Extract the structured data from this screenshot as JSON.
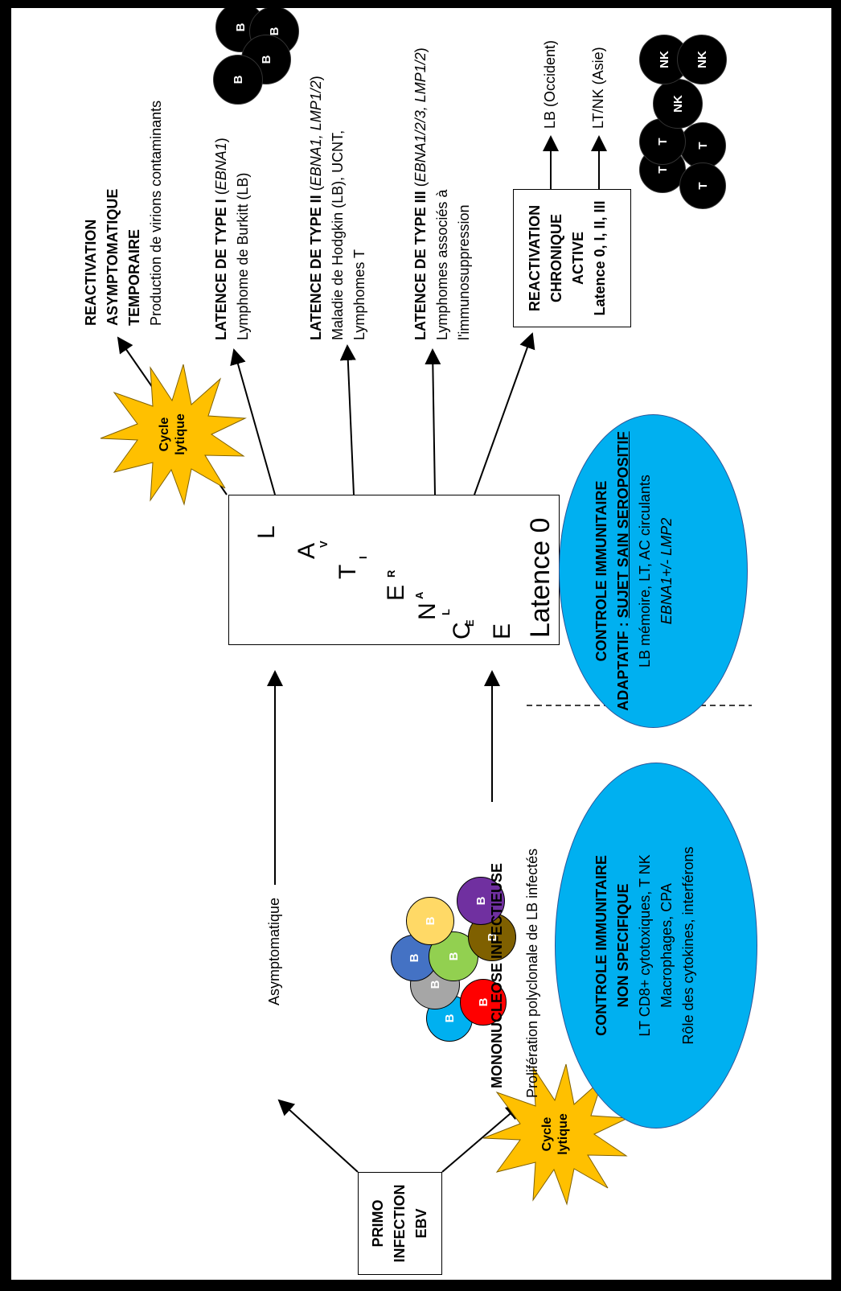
{
  "primo": {
    "line1": "PRIMO",
    "line2": "INFECTION",
    "line3": "EBV"
  },
  "asymptomatique": "Asymptomatique",
  "cycle_lytique": {
    "line1": "Cycle",
    "line2": "lytique"
  },
  "mononucleose": {
    "title": "MONONUCLEOSE INFECTIEUSE",
    "subtitle": "Prolifération polyclonale de LB infectés",
    "cell_label": "B"
  },
  "controle_non_specifique": {
    "title1": "CONTROLE IMMUNITAIRE",
    "title2": "NON SPECIFIQUE",
    "line1": "LT CD8+ cytotoxiques, T NK",
    "line2": "Macrophages, CPA",
    "line3": "Rôle des cytokines, interférons"
  },
  "controle_adaptatif": {
    "title1": "CONTROLE IMMUNITAIRE",
    "title2a": "ADAPTATIF : ",
    "title2b": "SUJET SAIN SEROPOSITIF",
    "line1": "LB mémoire, LT, AC circulants",
    "line2": "EBNA1+/- LMP2"
  },
  "latence": {
    "big_letters": [
      "L",
      "A",
      "T",
      "E",
      "N",
      "C",
      "E"
    ],
    "small_letters": [
      "V",
      "I",
      "R",
      "A",
      "L",
      "E"
    ],
    "latence0": "Latence 0"
  },
  "reactivation_asymptomatique": {
    "line1": "REACTIVATION",
    "line2": "ASYMPTOMATIQUE",
    "line3": "TEMPORAIRE",
    "line4": "Production de virions contaminants"
  },
  "latence_type1": {
    "title": "LATENCE DE TYPE I",
    "genes": "EBNA1",
    "desc": "Lymphome de Burkitt (LB)"
  },
  "latence_type2": {
    "title": "LATENCE DE TYPE II",
    "genes": "EBNA1, LMP1/2",
    "desc1": "Maladie de Hodgkin (LB), UCNT,",
    "desc2": "Lymphomes T"
  },
  "latence_type3": {
    "title": "LATENCE DE TYPE III",
    "genes": "EBNA1/2/3, LMP1/2",
    "desc1": "Lymphomes associés à",
    "desc2": "l'immunosuppression"
  },
  "reactivation_chronique": {
    "line1": "REACTIVATION",
    "line2": "CHRONIQUE",
    "line3": "ACTIVE",
    "line4": "Latence 0, I, II, III"
  },
  "outcomes": {
    "lb": "LB (Occident)",
    "ltnk": "LT/NK (Asie)"
  },
  "clusters": {
    "b": "B",
    "t": "T",
    "nk": "NK"
  },
  "colors": {
    "ellipse_blue": "#00b0f0",
    "burst_yellow": "#ffc000",
    "cell_black": "#000000",
    "mono_cells": [
      "#00b0f0",
      "#ff0000",
      "#a6a6a6",
      "#4472c4",
      "#92d050",
      "#ffd966",
      "#7f6000",
      "#7030a0"
    ]
  }
}
